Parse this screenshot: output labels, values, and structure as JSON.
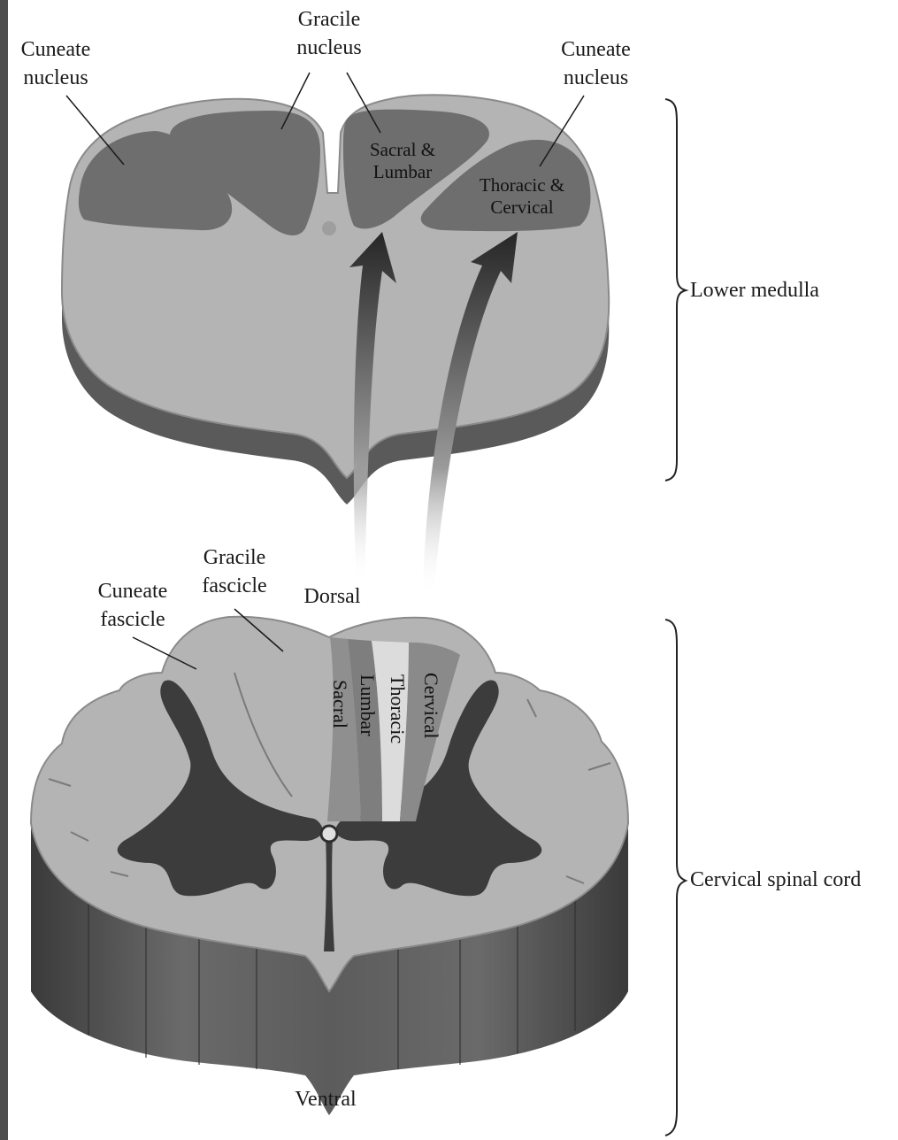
{
  "labels": {
    "cuneate_nucleus_left": "Cuneate\nnucleus",
    "gracile_nucleus": "Gracile\nnucleus",
    "cuneate_nucleus_right": "Cuneate\nnucleus",
    "sacral_lumbar": "Sacral &\nLumbar",
    "thoracic_cervical": "Thoracic &\nCervical",
    "lower_medulla": "Lower medulla",
    "gracile_fascicle": "Gracile\nfascicle",
    "cuneate_fascicle": "Cuneate\nfascicle",
    "dorsal": "Dorsal",
    "cervical_band": "Cervical",
    "thoracic_band": "Thoracic",
    "lumbar_band": "Lumbar",
    "sacral_band": "Sacral",
    "cervical_spinal_cord": "Cervical spinal cord",
    "ventral": "Ventral"
  },
  "colors": {
    "white_matter": "#b4b4b4",
    "nucleus": "#6e6e6e",
    "gray_matter": "#3c3c3c",
    "side_wall": "#555555",
    "arrow": "#2a2a2a",
    "frame": "#4d4d4d"
  }
}
